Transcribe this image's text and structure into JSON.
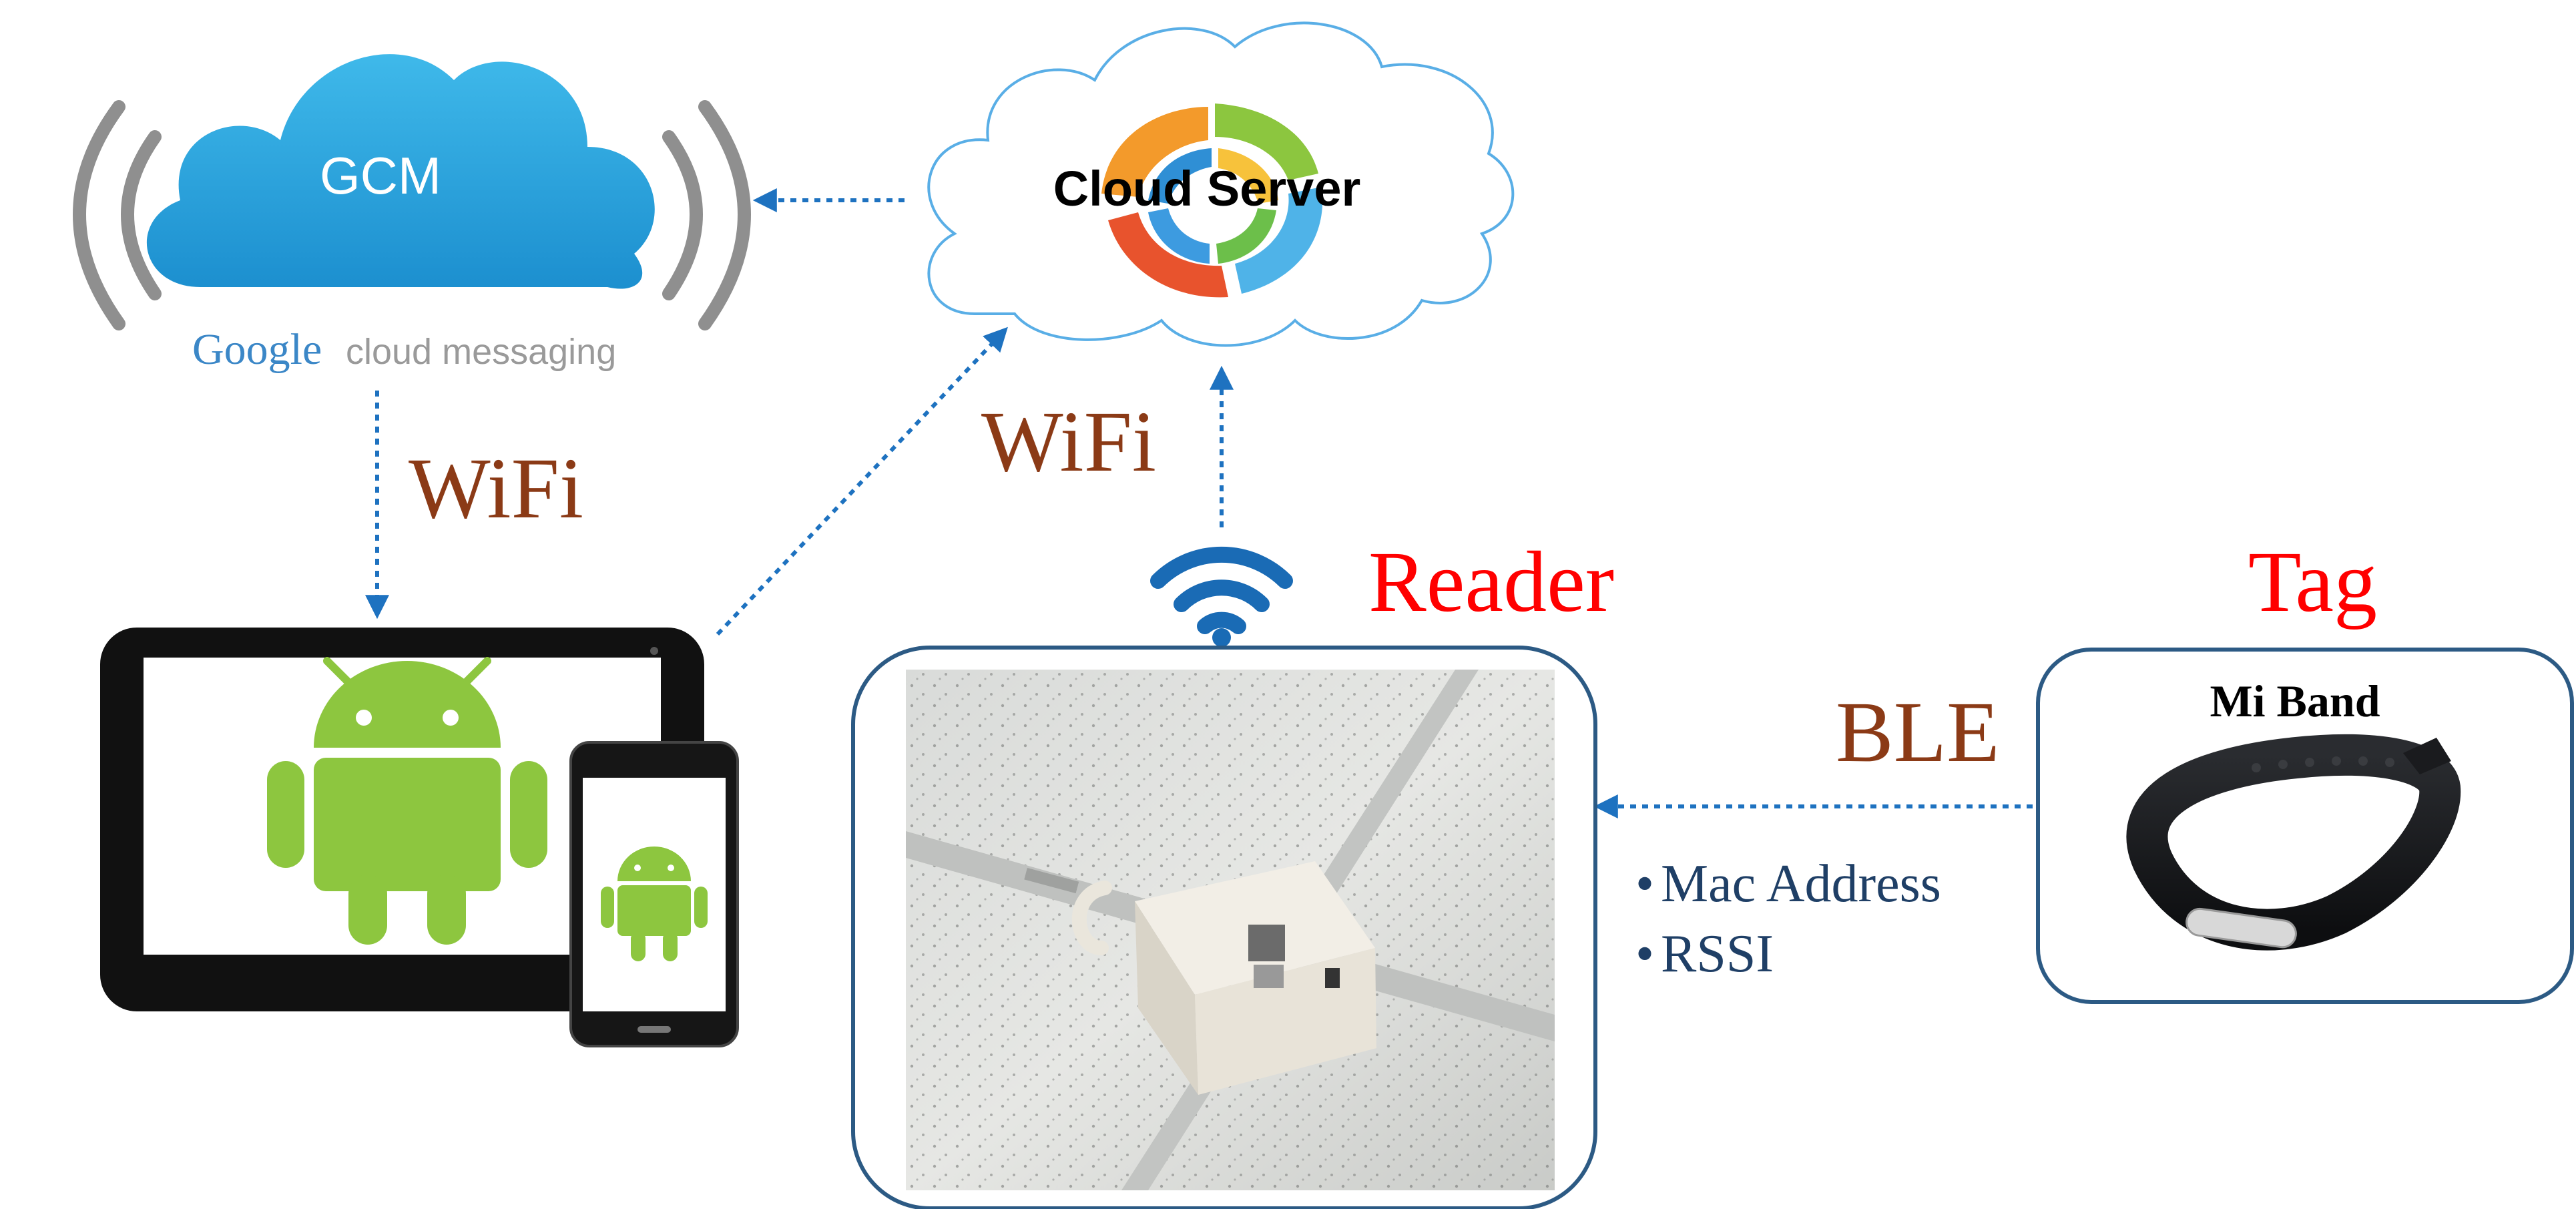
{
  "gcm": {
    "cloud_label": "GCM",
    "brand_google": "Google",
    "brand_suffix": "cloud messaging"
  },
  "cloud_server": {
    "label": "Cloud Server"
  },
  "links": {
    "wifi_left": "WiFi",
    "wifi_center": "WiFi",
    "ble": "BLE"
  },
  "reader": {
    "title": "Reader",
    "bullets": [
      "Mac Address",
      "RSSI"
    ]
  },
  "tag": {
    "title": "Tag",
    "device_label": "Mi Band"
  },
  "colors": {
    "arrow": "#1e72c0",
    "wifi_text": "#8b3a16",
    "title_red": "#ff0000",
    "box_border": "#2c5a84",
    "gcm_blue": "#2ea6de",
    "android_green": "#8dc63f",
    "bullet_text": "#1f3f66"
  },
  "icons": [
    "cloud-icon",
    "signal-waves-icon",
    "android-icon",
    "wifi-icon",
    "wristband-icon",
    "data-swirl-icon"
  ]
}
